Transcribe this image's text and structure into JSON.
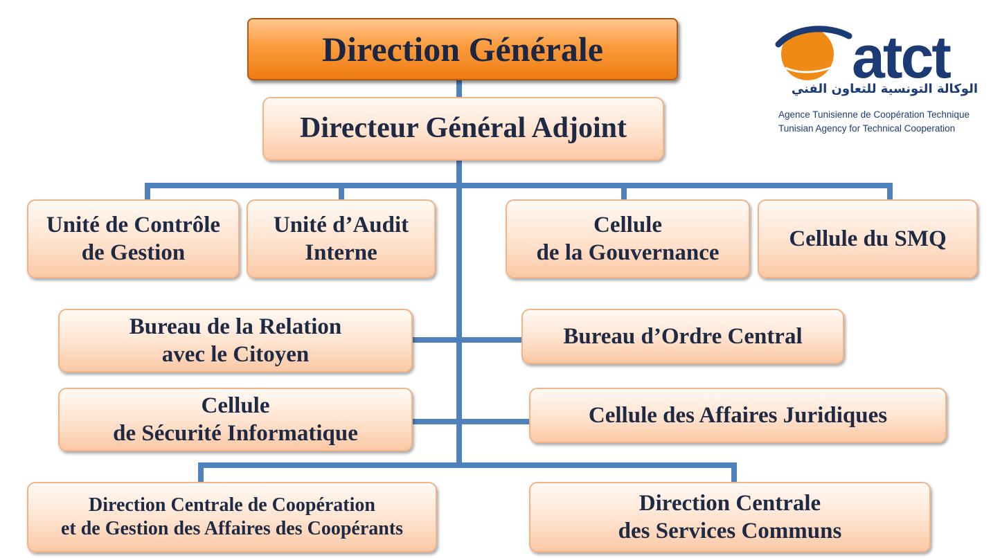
{
  "logo": {
    "brand": "atct",
    "arabic": "الوكالة التونسية للتعاون الفني",
    "french": "Agence Tunisienne de Coopération Technique",
    "english": "Tunisian Agency for Technical Cooperation",
    "colors": {
      "orange": "#f08a16",
      "navy": "#1c3a74"
    }
  },
  "nodes": {
    "direction_generale": {
      "lines": [
        "Direction Générale"
      ]
    },
    "directeur_adjoint": {
      "lines": [
        "Directeur Général Adjoint"
      ]
    },
    "controle_gestion": {
      "lines": [
        "Unité de Contrôle",
        "de Gestion"
      ]
    },
    "audit_interne": {
      "lines": [
        "Unité d’Audit",
        "Interne"
      ]
    },
    "gouvernance": {
      "lines": [
        "Cellule",
        "de la Gouvernance"
      ]
    },
    "smq": {
      "lines": [
        "Cellule du SMQ"
      ]
    },
    "relation_citoyen": {
      "lines": [
        "Bureau de la Relation",
        "avec le Citoyen"
      ]
    },
    "ordre_central": {
      "lines": [
        "Bureau d’Ordre Central"
      ]
    },
    "securite_informatique": {
      "lines": [
        "Cellule",
        "de Sécurité Informatique"
      ]
    },
    "affaires_juridiques": {
      "lines": [
        "Cellule des Affaires Juridiques"
      ]
    },
    "dc_cooperation": {
      "lines": [
        "Direction Centrale de Coopération",
        "et de Gestion des Affaires des Coopérants"
      ]
    },
    "dc_services_communs": {
      "lines": [
        "Direction Centrale",
        "des Services Communs"
      ]
    }
  },
  "colors": {
    "connector": "#4f81bd",
    "top_box": "#f58220",
    "box_fill": "#fcd5b8",
    "box_border": "#f0b489",
    "text": "#1e2a44"
  }
}
